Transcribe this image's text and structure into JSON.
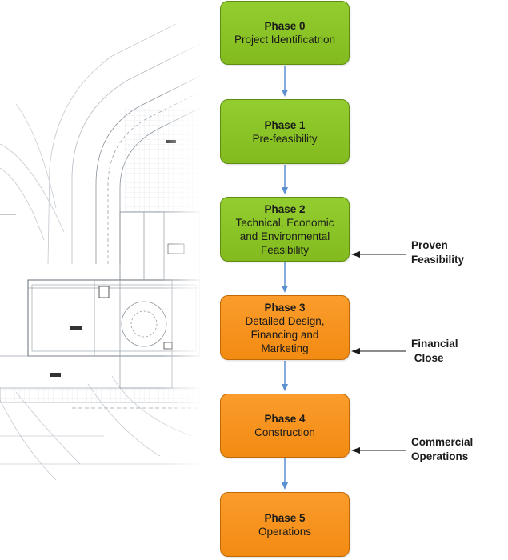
{
  "phases": [
    {
      "title": "Phase 0",
      "lines": [
        "Project Identificatrion"
      ],
      "status_color": "#8cc63f"
    },
    {
      "title": "Phase 1",
      "lines": [
        "Pre-feasibility"
      ],
      "status_color": "#8cc63f"
    },
    {
      "title": "Phase 2",
      "lines": [
        "Technical, Economic",
        "and Environmental",
        "Feasibility"
      ],
      "status_color": "#8cc63f"
    },
    {
      "title": "Phase 3",
      "lines": [
        "Detailed Design,",
        "Financing and",
        "Marketing"
      ],
      "status_color": "#f7941d"
    },
    {
      "title": "Phase 4",
      "lines": [
        "Construction"
      ],
      "status_color": "#f7941d"
    },
    {
      "title": "Phase 5",
      "lines": [
        "Operations"
      ],
      "status_color": "#f7941d"
    }
  ],
  "milestones": [
    {
      "label": "Proven\nFeasibility"
    },
    {
      "label": "Financial\n Close"
    },
    {
      "label": "Commercial\nOperations"
    }
  ],
  "colors": {
    "arrow_down": "#5b8fd0",
    "arrow_milestone": "#1a1a1a"
  }
}
